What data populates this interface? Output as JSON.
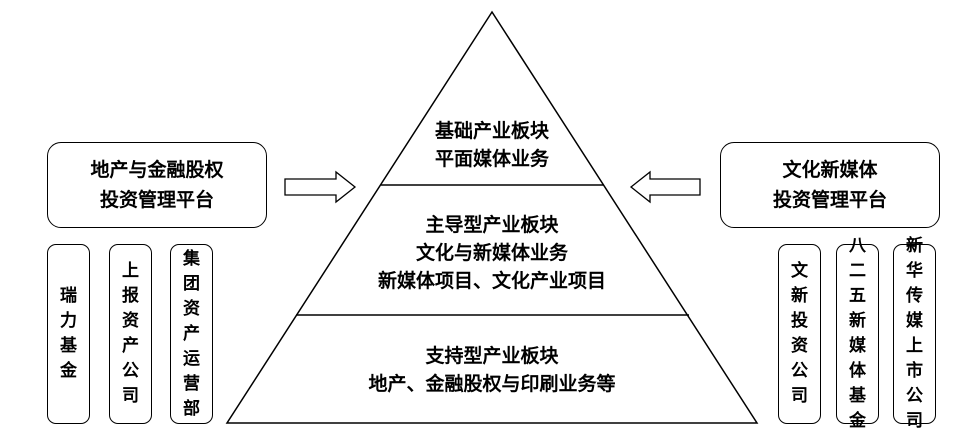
{
  "pyramid": {
    "tiers": [
      {
        "lines": [
          "基础产业板块",
          "平面媒体业务"
        ]
      },
      {
        "lines": [
          "主导型产业板块",
          "文化与新媒体业务",
          "新媒体项目、文化产业项目"
        ]
      },
      {
        "lines": [
          "支持型产业板块",
          "地产、金融股权与印刷业务等"
        ]
      }
    ]
  },
  "left_platform": {
    "lines": [
      "地产与金融股权",
      "投资管理平台"
    ]
  },
  "right_platform": {
    "lines": [
      "文化新媒体",
      "投资管理平台"
    ]
  },
  "left_units": [
    "瑞力基金",
    "上报资产公司",
    "集团资产运营部"
  ],
  "right_units": [
    "文新投资公司",
    "八二五新媒体基金",
    "新华传媒上市公司"
  ]
}
